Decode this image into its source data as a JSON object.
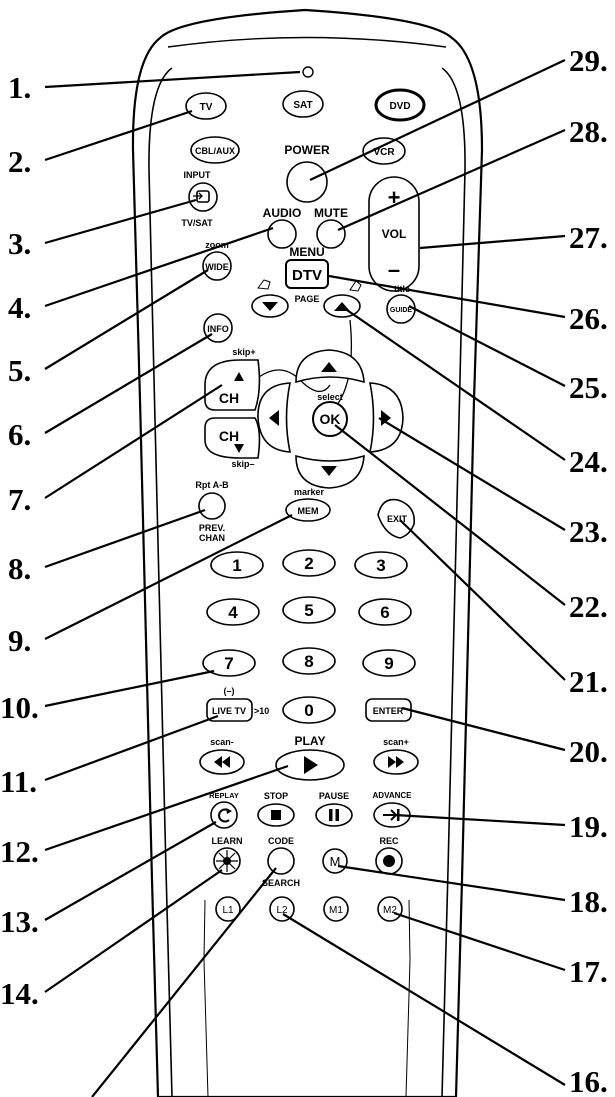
{
  "callouts": [
    "1.",
    "2.",
    "3.",
    "4.",
    "5.",
    "6.",
    "7.",
    "8.",
    "9.",
    "10.",
    "11.",
    "12.",
    "13.",
    "14.",
    "29.",
    "28.",
    "27.",
    "26.",
    "25.",
    "24.",
    "23.",
    "22.",
    "21.",
    "20.",
    "19.",
    "18.",
    "17.",
    "16."
  ],
  "buttons": {
    "tv": "TV",
    "sat": "SAT",
    "dvd": "DVD",
    "cbl": "CBL/AUX",
    "power": "POWER",
    "vcr": "VCR",
    "input": "INPUT",
    "tvsat": "TV/SAT",
    "audio": "AUDIO",
    "mute": "MUTE",
    "vol_plus": "+",
    "vol": "VOL",
    "vol_minus": "–",
    "zoom": "zoom",
    "wide": "WIDE",
    "menu": "MENU",
    "dtv": "DTV",
    "page": "PAGE",
    "title": "title",
    "guide": "GUIDE",
    "info": "INFO",
    "skip_plus": "skip+",
    "ch": "CH",
    "skip_minus": "skip–",
    "select": "select",
    "ok": "OK",
    "rpt": "Rpt A-B",
    "prev": "PREV.",
    "chan": "CHAN",
    "marker": "marker",
    "mem": "MEM",
    "exit": "EXIT",
    "d1": "1",
    "d2": "2",
    "d3": "3",
    "d4": "4",
    "d5": "5",
    "d6": "6",
    "d7": "7",
    "d8": "8",
    "d9": "9",
    "d0": "0",
    "dash": "(–)",
    "livetv": "LIVE TV",
    "gt10": ">10",
    "enter": "ENTER",
    "scan_minus": "scan-",
    "play": "PLAY",
    "scan_plus": "scan+",
    "replay": "REPLAY",
    "stop": "STOP",
    "pause": "PAUSE",
    "advance": "ADVANCE",
    "learn": "LEARN",
    "code": "CODE",
    "search": "SEARCH",
    "m": "M",
    "rec": "REC",
    "l1": "L1",
    "l2": "L2",
    "m1": "M1",
    "m2": "M2"
  }
}
